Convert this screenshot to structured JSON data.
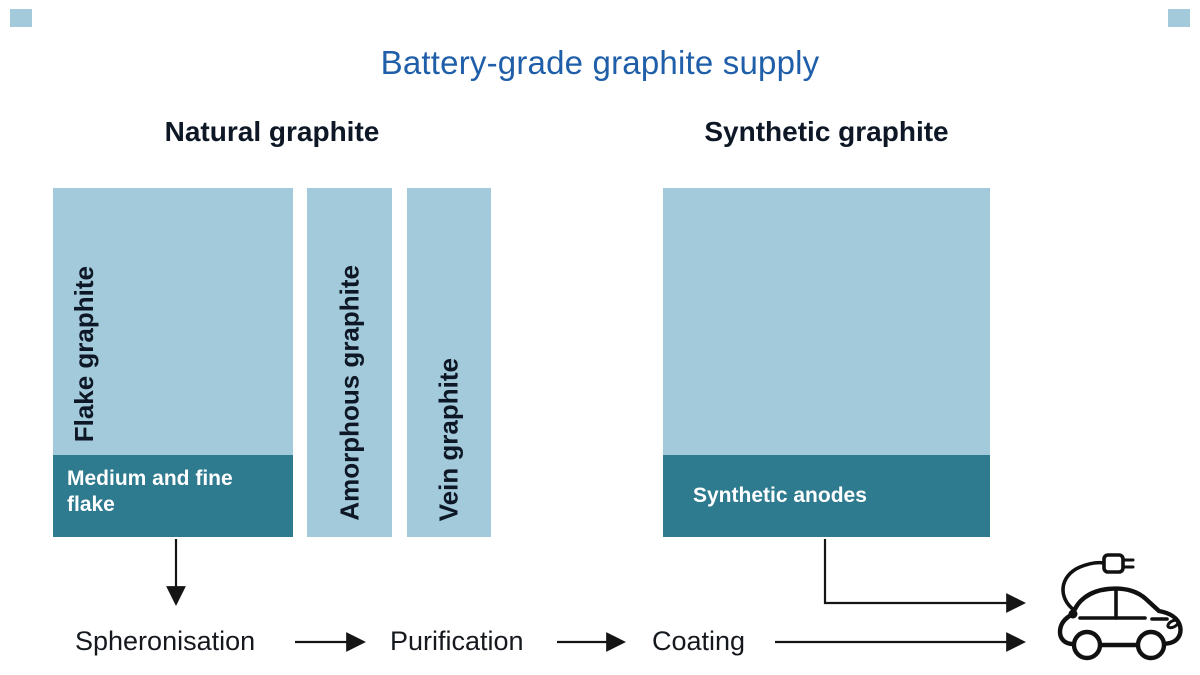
{
  "title": "Battery-grade graphite supply",
  "sections": {
    "natural": {
      "heading": "Natural graphite",
      "flake": {
        "label": "Flake graphite",
        "band": "Medium and fine flake"
      },
      "amorphous": {
        "label": "Amorphous graphite"
      },
      "vein": {
        "label": "Vein graphite"
      }
    },
    "synthetic": {
      "heading": "Synthetic graphite",
      "band": "Synthetic anodes"
    }
  },
  "flow": {
    "steps": [
      "Spheronisation",
      "Purification",
      "Coating"
    ],
    "destination_icon": "ev-car-charging-icon"
  },
  "colors": {
    "title_blue": "#1F5EA8",
    "heading_dark": "#0E1726",
    "box_light_blue": "#A3CADA",
    "box_dark_teal": "#2E7B90",
    "band_text_white": "#FFFFFF",
    "line_black": "#151515"
  }
}
